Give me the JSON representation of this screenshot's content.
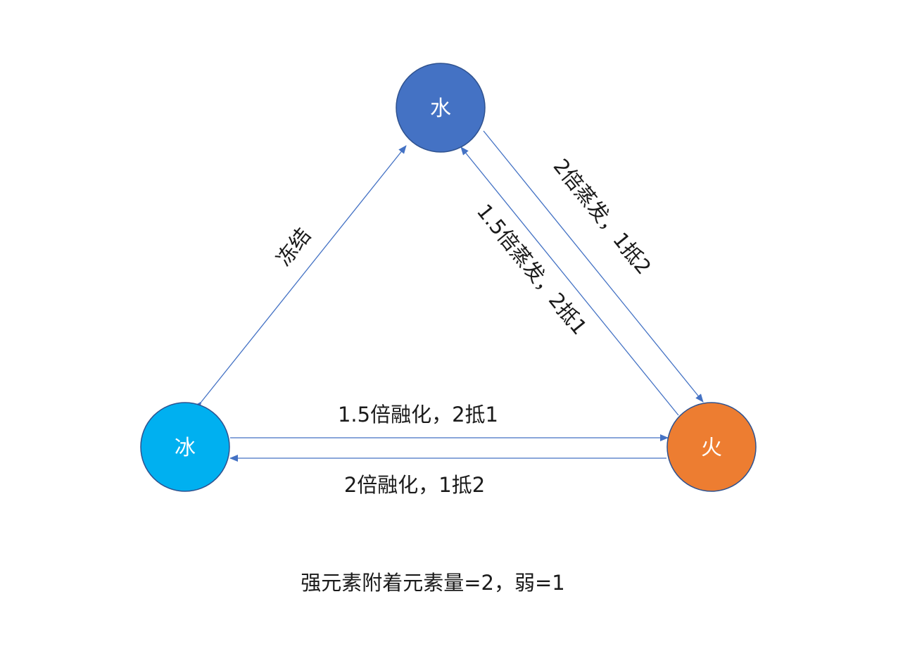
{
  "nodes": {
    "water": {
      "label": "水",
      "color": "#4472C4"
    },
    "ice": {
      "label": "冰",
      "color": "#00B0F0"
    },
    "fire": {
      "label": "火",
      "color": "#ED7D31"
    }
  },
  "edges": {
    "ice_water": "冻结",
    "water_fire": "2倍蒸发，1抵2",
    "fire_water": "1.5倍蒸发，2抵1",
    "ice_fire": "1.5倍融化，2抵1",
    "fire_ice": "2倍融化，1抵2"
  },
  "note": "强元素附着元素量=2，弱=1",
  "colors": {
    "arrow": "#4472C4",
    "node_border": "#2F528F"
  }
}
